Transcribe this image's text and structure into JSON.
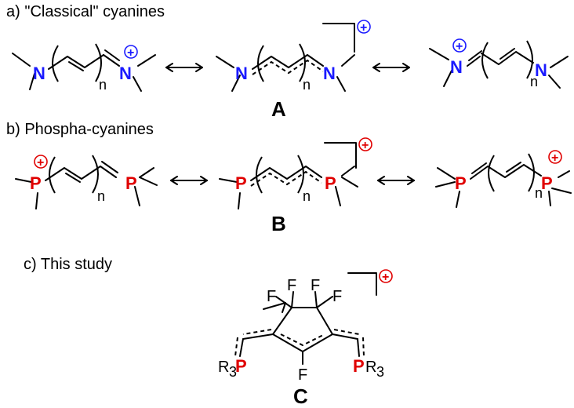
{
  "sections": {
    "a_label": "a) \"Classical\" cyanines",
    "b_label": "b) Phospha-cyanines",
    "c_label": "c) This study"
  },
  "compounds": {
    "A": "A",
    "B": "B",
    "C": "C"
  },
  "atoms": {
    "nitrogen": "N",
    "phosphorus": "P",
    "fluorine": "F",
    "repeat_index": "n",
    "substituent_R": "R",
    "substituent_R_sub": "3",
    "charge_plus": "+"
  },
  "colors": {
    "nitrogen": "#1a1aff",
    "phosphorus": "#e00000",
    "bond": "#000000"
  }
}
